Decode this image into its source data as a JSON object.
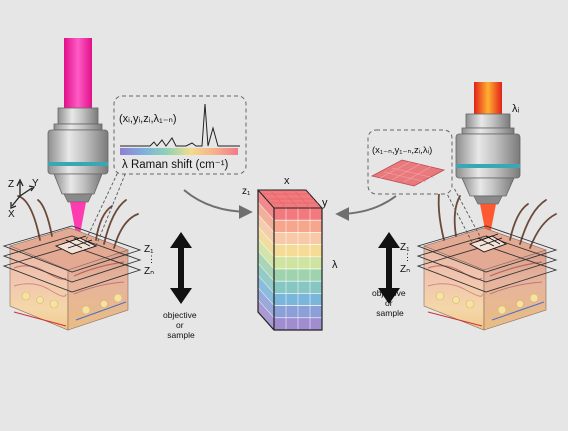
{
  "left_panel": {
    "coordinate_label": "(xᵢ,yᵢ,zᵢ,λ₁₋ₙ)",
    "spectrum_axis_label": "λ Raman shift (cm⁻¹)",
    "depth_top": "Z₁",
    "depth_dots": "⋮",
    "depth_bottom": "Zₙ",
    "axis_z": "Z",
    "axis_y": "Y",
    "axis_x": "X",
    "movement_label": [
      "objective",
      "or",
      "sample"
    ],
    "laser_color": "#ff2aa8"
  },
  "center_cube": {
    "label_z": "z₁",
    "label_x": "x",
    "label_y": "y",
    "label_lambda": "λ",
    "layer_colors": [
      "#f27a7e",
      "#f5a68c",
      "#f7c9a6",
      "#f5dc96",
      "#cfe4a0",
      "#9fd3ae",
      "#86c7c4",
      "#7ab6da",
      "#8b9fd8",
      "#a08ccf"
    ]
  },
  "right_panel": {
    "wavelength_label": "λᵢ",
    "coordinate_label": "(x₁₋ₙ,y₁₋ₙ,zᵢ,λᵢ)",
    "depth_top": "Z₁",
    "depth_dots": "⋮",
    "depth_bottom": "Zₙ",
    "movement_label": [
      "objective",
      "or",
      "sample"
    ],
    "laser_color": "#ff4a1e"
  }
}
